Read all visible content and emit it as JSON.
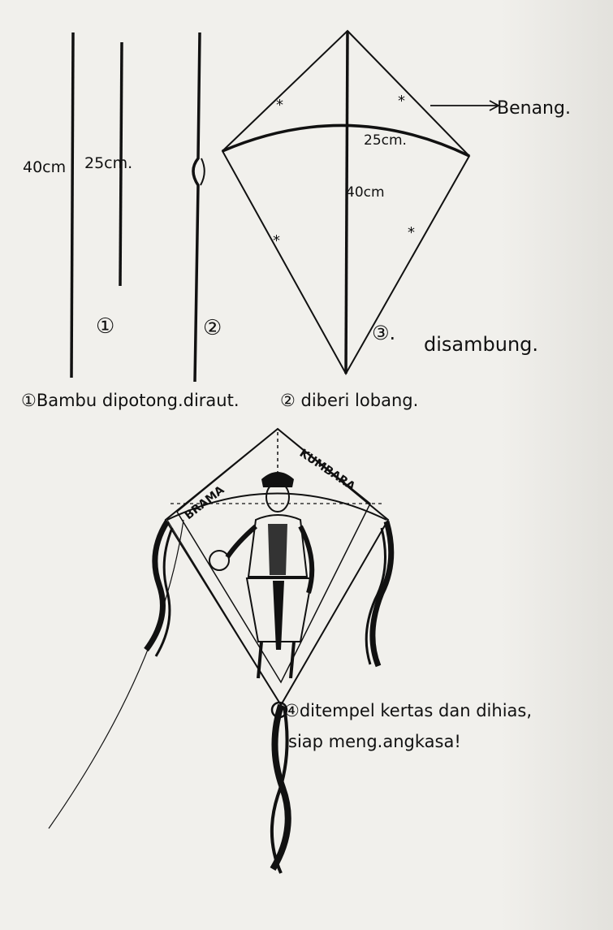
{
  "step1": {
    "label_40": "40cm",
    "label_25": "25cm.",
    "number": "①"
  },
  "step2": {
    "number": "②"
  },
  "step3": {
    "label_benang": "Benang.",
    "label_25": "25cm.",
    "label_40": "40cm",
    "number": "③.",
    "caption": "disambung."
  },
  "caption_row": {
    "text1": "①Bambu dipotong.diraut.",
    "text2": "② diberi lobang."
  },
  "step4": {
    "banner_left": "BRAMA",
    "banner_right": "KUMBARA",
    "caption_line1": "④ditempel kertas dan dihias,",
    "caption_line2": "siap meng.angkasa!"
  },
  "colors": {
    "ink": "#111111",
    "paper": "#f1f0ec"
  }
}
